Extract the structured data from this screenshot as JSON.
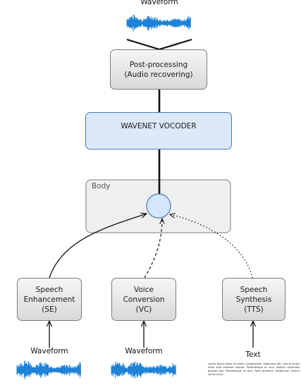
{
  "top_waveform_label": "Waveform",
  "post_processing_label": "Post-processing\n(Audio recovering)",
  "vocoder_label": "WAVENET VOCODER",
  "body_label": "Body",
  "modules": [
    {
      "id": "se",
      "label": "Speech\nEnhancement\n(SE)"
    },
    {
      "id": "vc",
      "label": "Voice\nConversion\n(VC)"
    },
    {
      "id": "tts",
      "label": "Speech\nSynthesis\n(TTS)"
    }
  ],
  "inputs": {
    "se": "Waveform",
    "vc": "Waveform",
    "tts": "Text"
  },
  "text_sample": "Lorem ipsum dolor sit amet, consectetuer adipiscing elit. Sed at turpis vitae velit euismod aliquet. Pellentesque et arcu. Nullam venenatis gravida orci. Pellentesque et arcu. Nam pharetra. Vestibulum viverra varius enim.",
  "colors": {
    "waveform": "#1e82d6",
    "vocoder_fill": "#dce9f9",
    "vocoder_border": "#4a78b6",
    "node_fill": "#d5e6fb",
    "body_fill": "#eef0f0"
  }
}
